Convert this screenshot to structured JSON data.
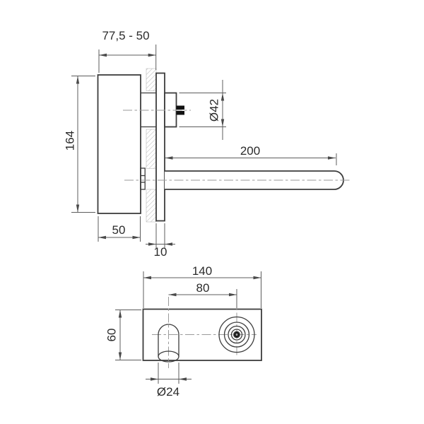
{
  "drawing": {
    "kind": "technical-dimension-drawing",
    "colors": {
      "background": "#ffffff",
      "object_line": "#3d3d3d",
      "dimension_line": "#5c5c5c",
      "centerline": "#9a9a9a",
      "hatch": "#b3b3b3",
      "stem_fill": "#111111"
    }
  },
  "dims": {
    "embed_range": "77,5 - 50",
    "height": "164",
    "valve_diameter": "Ø42",
    "spout_reach": "200",
    "body_depth": "50",
    "plate_thickness": "10",
    "plate_width": "140",
    "center_distance": "80",
    "plate_height": "60",
    "spout_diameter": "Ø24"
  }
}
